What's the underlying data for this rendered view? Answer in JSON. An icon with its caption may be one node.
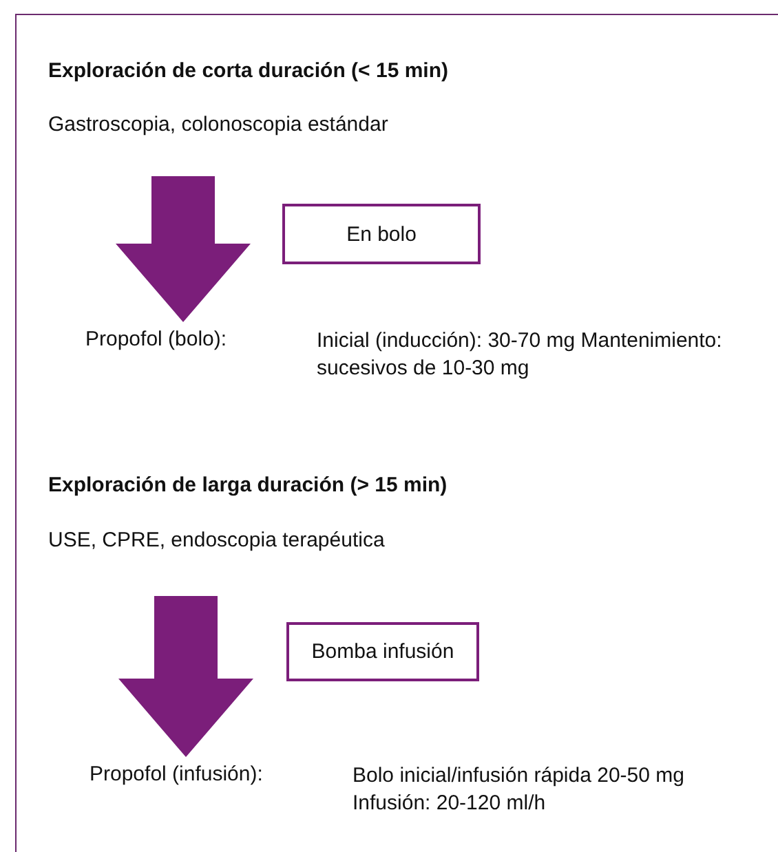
{
  "diagram": {
    "nodes": [
      {
        "text": [
          "En bolo"
        ]
      },
      {
        "text": [
          "Propofol (bolo):",
          "Inicial (inducción): 30-70 mg Mantenimiento: sucesivos de 10-30 mg"
        ]
      },
      {
        "text": [
          "Bomba infusión"
        ]
      },
      {
        "text": [
          "Propofol (infusión):",
          "Bolo inicial/infusión rápida 20-50 mg Infusión: 20-120 ml/h"
        ]
      }
    ],
    "edges": [
      {
        "from": null,
        "to": 1,
        "arrow": "to",
        "style": "thick"
      },
      {
        "from": null,
        "to": 3,
        "arrow": "to",
        "style": "thick"
      }
    ],
    "labels": [
      "Exploración de corta duración (< 15 min)",
      "Gastroscopia, colonoscopia estándar",
      "Exploración de larga duración (> 15 min)",
      "USE, CPRE, endoscopia terapéutica"
    ]
  }
}
